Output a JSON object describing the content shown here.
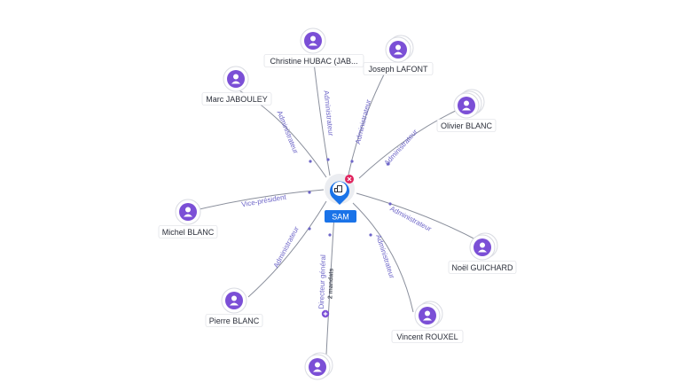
{
  "center": {
    "label": "SAM",
    "icon": "company-icon",
    "badge_icon": "close-icon",
    "color": "#1a73e8"
  },
  "colors": {
    "person": "#7b4fd6",
    "edge_label": "#6e66c8",
    "close_badge": "#e0245e"
  },
  "nodes": [
    {
      "id": "christine",
      "name": "Christine HUBAC (JAB...",
      "role": "Administrateur",
      "icon": "person-icon",
      "stack": 1
    },
    {
      "id": "joseph",
      "name": "Joseph LAFONT",
      "role": "Administrateur",
      "icon": "person-icon",
      "stack": 2
    },
    {
      "id": "marc",
      "name": "Marc JABOULEY",
      "role": "Administrateur",
      "icon": "person-icon",
      "stack": 1
    },
    {
      "id": "olivier",
      "name": "Olivier BLANC",
      "role": "Administrateur",
      "icon": "person-icon",
      "stack": 3
    },
    {
      "id": "michel",
      "name": "Michel BLANC",
      "role": "Vice-président",
      "icon": "person-icon",
      "stack": 1
    },
    {
      "id": "noel",
      "name": "Noël GUICHARD",
      "role": "Administrateur",
      "icon": "person-icon",
      "stack": 2
    },
    {
      "id": "pierre",
      "name": "Pierre BLANC",
      "role": "Administrateur",
      "icon": "person-icon",
      "stack": 1
    },
    {
      "id": "vincent",
      "name": "Vincent ROUXEL",
      "role": "Administrateur",
      "icon": "person-icon",
      "stack": 2
    },
    {
      "id": "bottom",
      "name": "",
      "role": "Directeur général",
      "sub": "2 mandats",
      "icon": "person-icon",
      "stack": 2
    }
  ]
}
